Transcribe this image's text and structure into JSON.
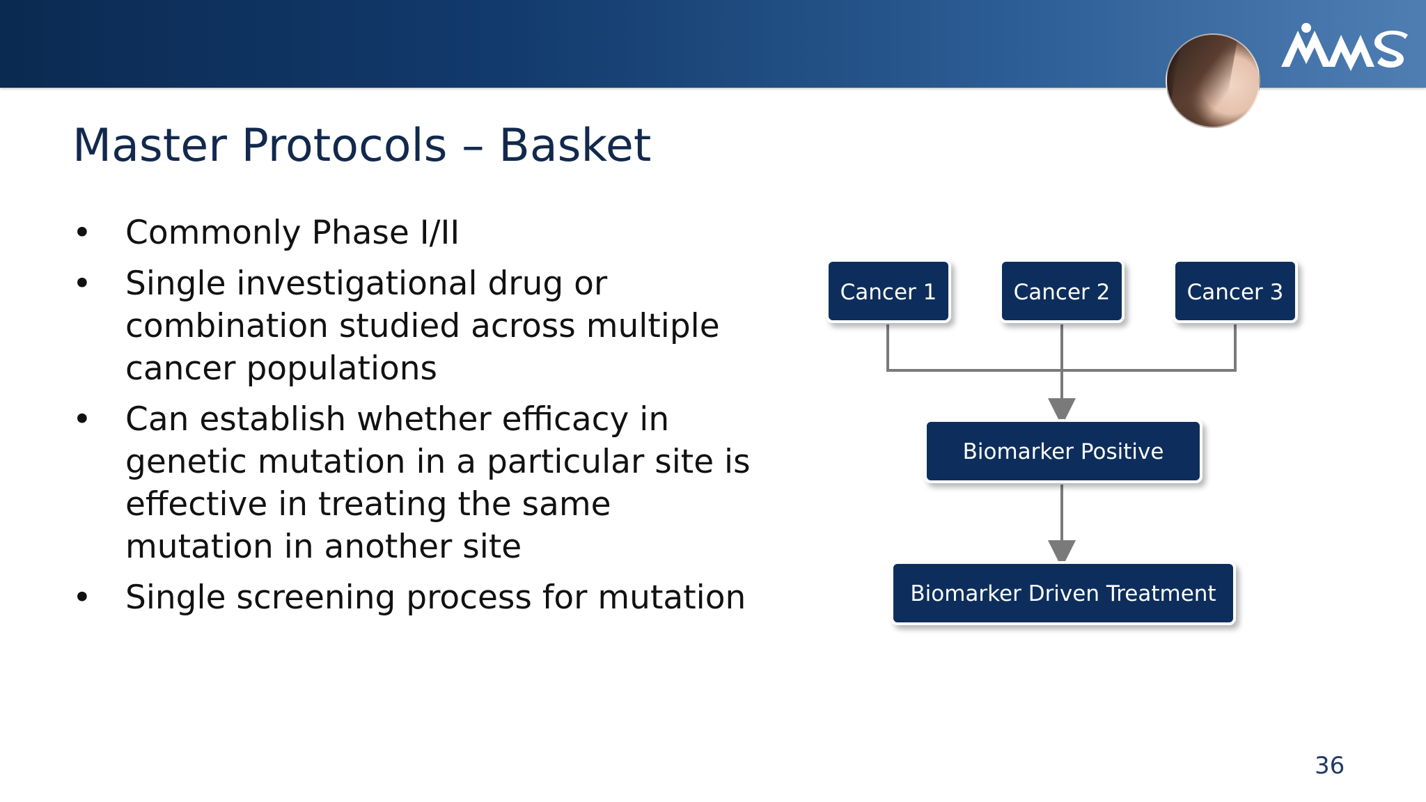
{
  "slide": {
    "title": "Master Protocols – Basket",
    "bullets": [
      "Commonly Phase I/II",
      "Single investigational drug or combination studied across multiple cancer populations",
      "Can establish whether efficacy in genetic mutation in a particular site is effective in treating the same mutation in another site",
      "Single screening process for mutation"
    ],
    "bullet_glyph": "•",
    "page_number": "36"
  },
  "diagram": {
    "cancers": [
      "Cancer 1",
      "Cancer 2",
      "Cancer 3"
    ],
    "biomarker_positive": "Biomarker Positive",
    "biomarker_treatment": "Biomarker Driven Treatment"
  },
  "colors": {
    "header_dark": "#0b2a52",
    "node_fill": "#0f2d5c",
    "connector": "#7a7a7a",
    "title": "#12294d"
  },
  "icons": {
    "logo": "amms-logo",
    "presenter": "presenter-avatar"
  }
}
